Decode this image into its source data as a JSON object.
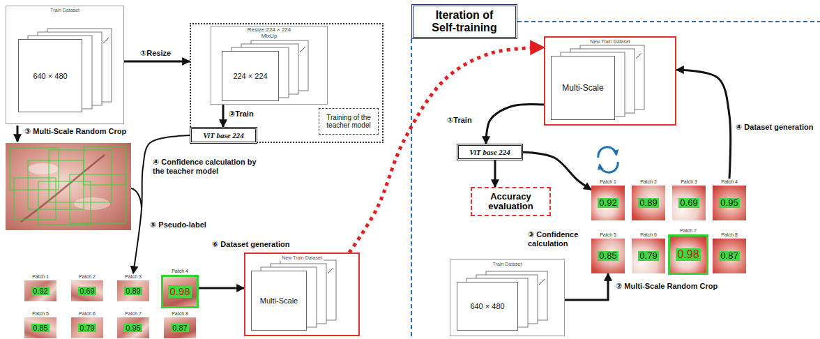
{
  "diagram": {
    "nodes": [
      {
        "text": [
          "Train Dataset"
        ]
      },
      {
        "text": [
          "640 × 480"
        ],
        "in": 0
      },
      {
        "text": [
          "Training of the teacher model"
        ]
      },
      {
        "text": [
          "Resize:224 × 224",
          "MixUp"
        ],
        "in": 2
      },
      {
        "text": [
          "224 × 224"
        ],
        "in": 3
      },
      {
        "text": [
          "ViT base 224"
        ]
      },
      {
        "text": [
          "Patch 1",
          "0.92"
        ]
      },
      {
        "text": [
          "Patch 2",
          "0.69"
        ]
      },
      {
        "text": [
          "Patch 3",
          "0.89"
        ]
      },
      {
        "text": [
          "Patch 4",
          "0.98"
        ]
      },
      {
        "text": [
          "Patch 5",
          "0.85"
        ]
      },
      {
        "text": [
          "Patch 6",
          "0.79"
        ]
      },
      {
        "text": [
          "Patch 7",
          "0.95"
        ]
      },
      {
        "text": [
          "Patch 8",
          "0.87"
        ]
      },
      {
        "text": [
          "New Train Dataset"
        ]
      },
      {
        "text": [
          "Multi-Scale"
        ],
        "in": 14
      },
      {
        "text": [
          "Iteration of Self-training"
        ]
      },
      {
        "text": [
          "New Train Dataset"
        ]
      },
      {
        "text": [
          "Multi-Scale"
        ],
        "in": 17
      },
      {
        "text": [
          "ViT base 224"
        ]
      },
      {
        "text": [
          "Accuracy evaluation"
        ]
      },
      {
        "text": [
          "Patch 1",
          "0.92"
        ]
      },
      {
        "text": [
          "Patch 2",
          "0.89"
        ]
      },
      {
        "text": [
          "Patch 3",
          "0.69"
        ]
      },
      {
        "text": [
          "Patch 4",
          "0.95"
        ]
      },
      {
        "text": [
          "Patch 5",
          "0.85"
        ]
      },
      {
        "text": [
          "Patch 6",
          "0.79"
        ]
      },
      {
        "text": [
          "Patch 7",
          "0.98"
        ]
      },
      {
        "text": [
          "Patch 8",
          "0.87"
        ]
      },
      {
        "text": [
          "Train Dataset"
        ]
      },
      {
        "text": [
          "640 × 480"
        ],
        "in": 29
      }
    ],
    "edges": [
      {
        "from": 0,
        "to": 2,
        "label": "①Resize",
        "arrow": "to"
      },
      {
        "from": 3,
        "to": 5,
        "label": "②Train",
        "arrow": "to"
      },
      {
        "from": 5,
        "to": 8,
        "label": "⑤ Pseudo-label",
        "arrow": "to"
      },
      {
        "from": 9,
        "to": 14,
        "label": "⑥ Dataset generation",
        "arrow": "to"
      },
      {
        "from": 14,
        "to": 17,
        "arrow": "to"
      },
      {
        "from": 17,
        "to": 19,
        "label": "①Train",
        "arrow": "to"
      },
      {
        "from": 19,
        "to": 20,
        "arrow": "to"
      },
      {
        "from": 19,
        "to": 21,
        "label": "③ Confidence calculation",
        "arrow": "to"
      },
      {
        "from": 24,
        "to": 17,
        "label": "④ Dataset generation",
        "arrow": "to"
      },
      {
        "from": 29,
        "to": 25,
        "label": "② Multi-Scale Random Crop",
        "arrow": "to"
      }
    ],
    "labels": [
      "③ Multi-Scale Random Crop",
      "④ Confidence calculation by the teacher model"
    ]
  }
}
